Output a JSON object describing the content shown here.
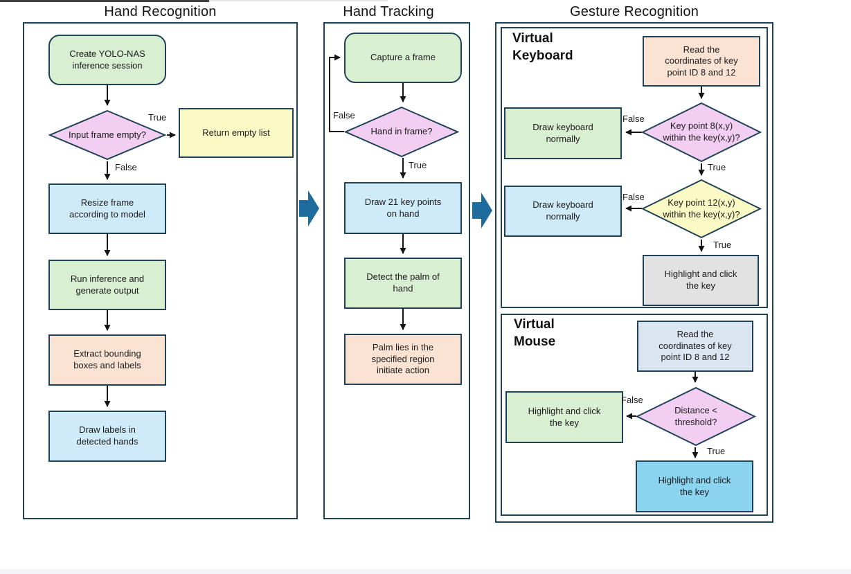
{
  "colors": {
    "border": "#1f4257",
    "blockarrow": "#1e6b9e",
    "green": "#d9efd2",
    "pink": "#f2cef2",
    "yellow": "#fafac5",
    "blue": "#cfeaf8",
    "peach": "#fbe3d4",
    "gray": "#e2e2e2",
    "periwinkle": "#dbe5f1",
    "sky": "#8ad4f0",
    "text": "#1a1a1a"
  },
  "labels": {
    "true": "True",
    "false": "False"
  },
  "col1": {
    "title": "Hand Recognition",
    "n1": "Create YOLO-NAS\ninference session",
    "d1": "Input frame empty?",
    "n2": "Return empty list",
    "n3": "Resize frame\naccording to model",
    "n4": "Run inference and\ngenerate output",
    "n5": "Extract bounding\nboxes and labels",
    "n6": "Draw labels in\ndetected hands"
  },
  "col2": {
    "title": "Hand Tracking",
    "n1": "Capture a frame",
    "d1": "Hand in frame?",
    "n2": "Draw 21 key points\non hand",
    "n3": "Detect the palm of\nhand",
    "n4": "Palm lies in the\nspecified region\ninitiate action"
  },
  "col3": {
    "title": "Gesture Recognition",
    "vk": {
      "label": "Virtual\nKeyboard",
      "n1": "Read the\ncoordinates of key\npoint ID 8 and 12",
      "d1": "Key point 8(x,y)\nwithin the key(x,y)?",
      "n2": "Draw keyboard\nnormally",
      "d2": "Key point 12(x,y)\nwithin the key(x,y)?",
      "n3": "Draw keyboard\nnormally",
      "n4": "Highlight and click\nthe key"
    },
    "vm": {
      "label": "Virtual\nMouse",
      "n1": "Read the\ncoordinates of key\npoint ID 8 and 12",
      "d1": "Distance <\nthreshold?",
      "n2": "Highlight and click\nthe key",
      "n3": "Highlight and click\nthe key"
    }
  }
}
